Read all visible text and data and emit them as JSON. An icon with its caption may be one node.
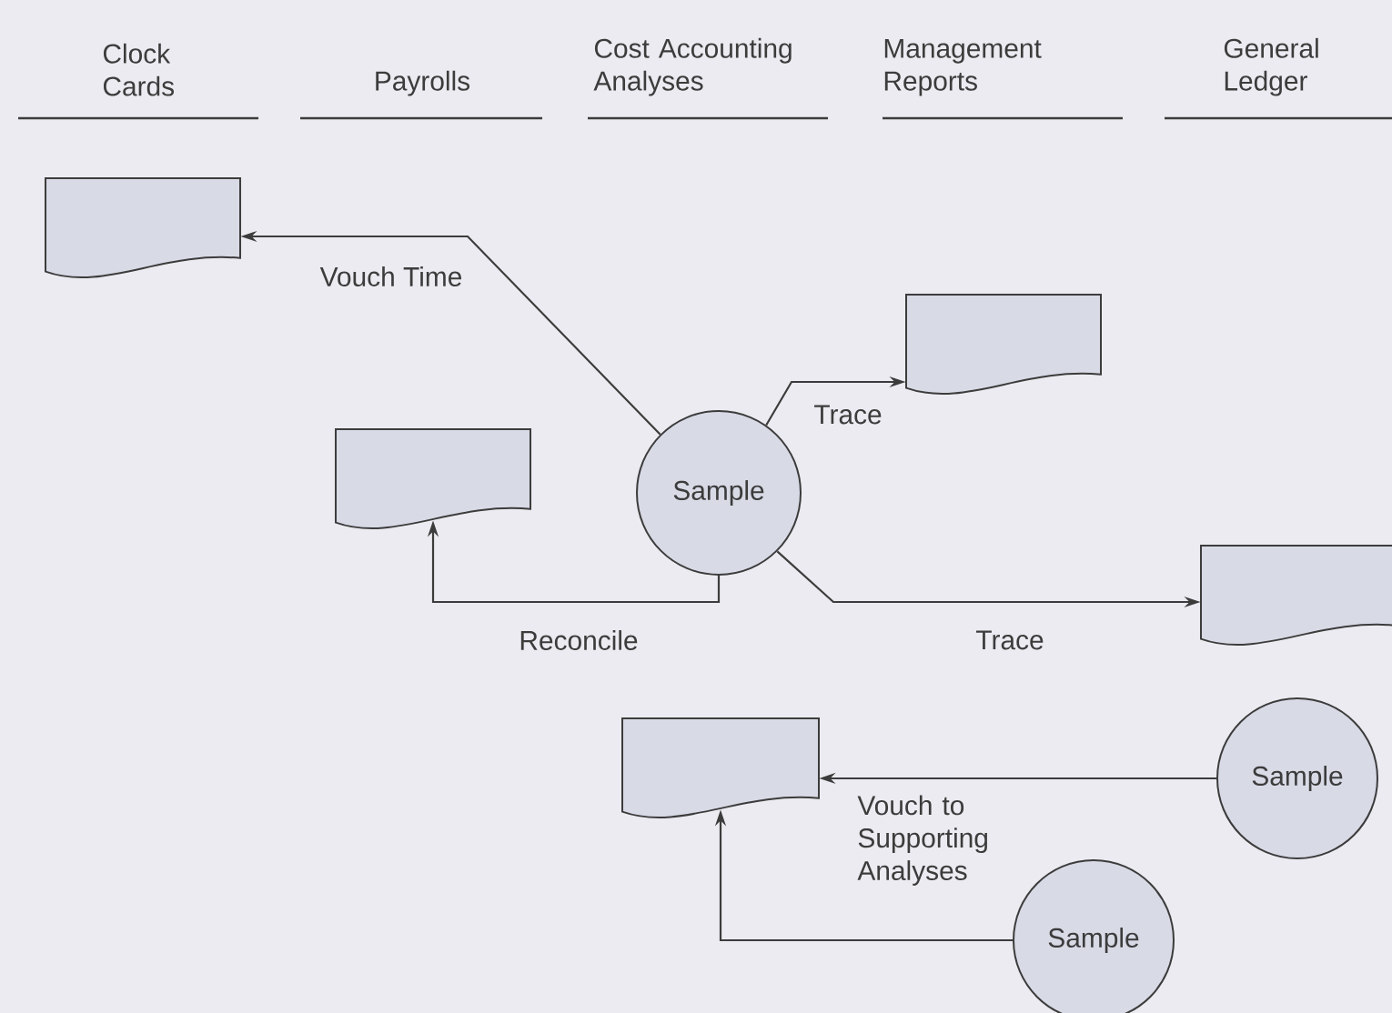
{
  "diagram": {
    "nodes": [
      {
        "text": [],
        "shape": "document"
      },
      {
        "text": [],
        "shape": "document"
      },
      {
        "text": [
          "Sample"
        ]
      },
      {
        "text": [],
        "shape": "document"
      },
      {
        "text": [],
        "shape": "document"
      },
      {
        "text": [],
        "shape": "document"
      },
      {
        "text": [
          "Sample"
        ]
      },
      {
        "text": [
          "Sample"
        ]
      }
    ],
    "edges": [
      {
        "from": 2,
        "to": 0,
        "arrow": "to",
        "label": "Vouch Time"
      },
      {
        "from": 2,
        "to": 3,
        "arrow": "to",
        "label": "Trace"
      },
      {
        "from": 2,
        "to": 1,
        "arrow": "to",
        "label": "Reconcile"
      },
      {
        "from": 2,
        "to": 4,
        "arrow": "to",
        "label": "Trace"
      },
      {
        "from": 6,
        "to": 5,
        "arrow": "to",
        "label": "Vouch to Supporting Analyses"
      },
      {
        "from": 7,
        "to": 5,
        "arrow": "to"
      }
    ],
    "labels": [
      "Clock Cards",
      "Payrolls",
      "Cost Accounting Analyses",
      "Management Reports",
      "General Ledger"
    ]
  }
}
